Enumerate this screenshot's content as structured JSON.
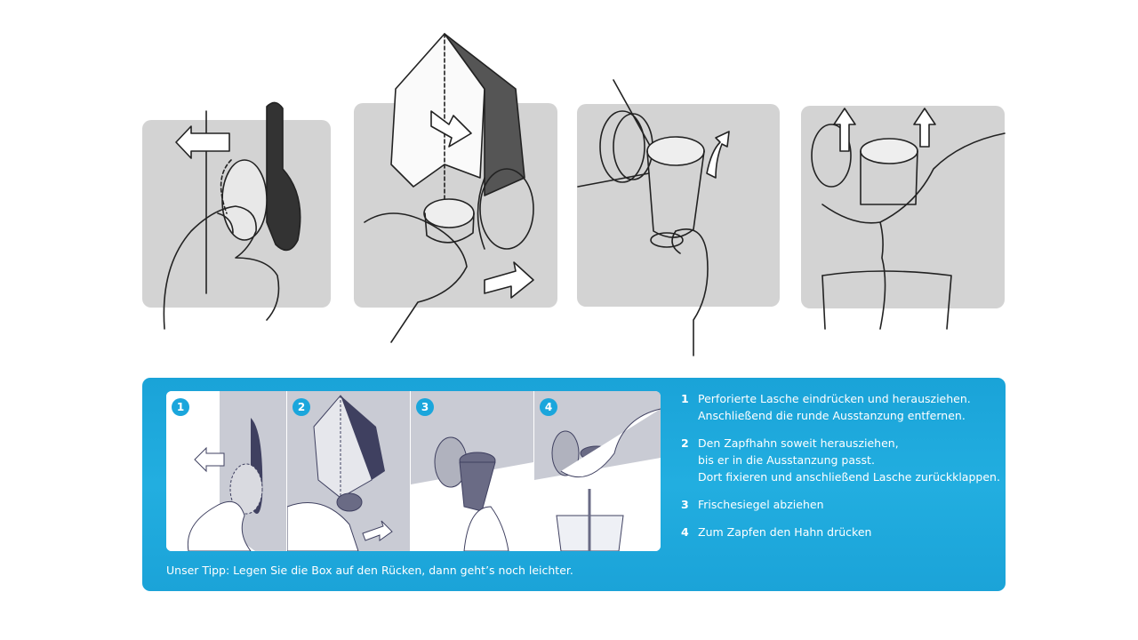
{
  "illustrations": [
    "step-1-sketch",
    "step-2-sketch",
    "step-3-sketch",
    "step-4-sketch"
  ],
  "colors": {
    "panel_gray": "#d3d3d3",
    "info_blue": "#1aa6dc",
    "badge_blue": "#1aa6dc",
    "mini_gray": "#c9cbd4",
    "mini_dark": "#3f4060"
  },
  "info": {
    "badges": [
      "1",
      "2",
      "3",
      "4"
    ],
    "steps": [
      {
        "number": "1",
        "lines": [
          "Perforierte Lasche eindrücken und herausziehen.",
          "Anschließend die runde Ausstanzung entfernen."
        ]
      },
      {
        "number": "2",
        "lines": [
          "Den Zapfhahn soweit herausziehen,",
          "bis er in die Ausstanzung passt.",
          "Dort fixieren und anschließend Lasche zurückklappen."
        ]
      },
      {
        "number": "3",
        "lines": [
          "Frischesiegel abziehen"
        ]
      },
      {
        "number": "4",
        "lines": [
          "Zum Zapfen den Hahn drücken"
        ]
      }
    ],
    "tip": "Unser Tipp: Legen Sie die Box auf den Rücken, dann geht’s noch leichter."
  }
}
